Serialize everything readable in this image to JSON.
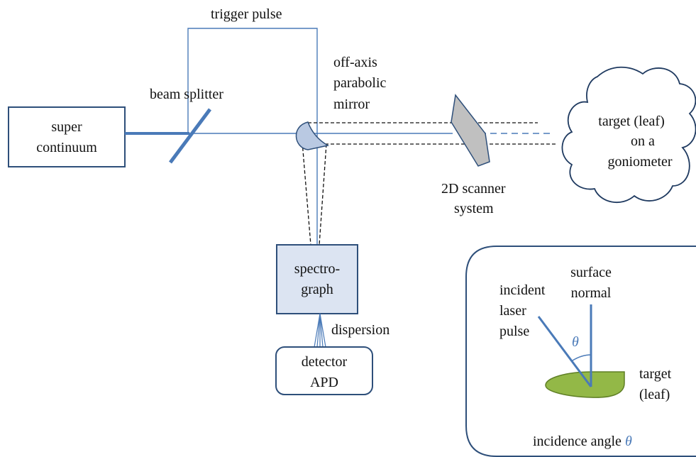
{
  "labels": {
    "trigger_pulse": "trigger pulse",
    "beam_splitter": "beam splitter",
    "super": "super",
    "continuum": "continuum",
    "off_axis": "off-axis",
    "parabolic": "parabolic",
    "mirror": "mirror",
    "scanner_1": "2D scanner",
    "scanner_2": "system",
    "target_1": "target (leaf)",
    "target_2": "on a",
    "target_3": "goniometer",
    "spectro_1": "spectro-",
    "spectro_2": "graph",
    "dispersion": "dispersion",
    "detector_1": "detector",
    "detector_2": "APD"
  },
  "inset": {
    "incident_1": "incident",
    "incident_2": "laser",
    "incident_3": "pulse",
    "surface_1": "surface",
    "normal_2": "normal",
    "theta": "θ",
    "target_1": "target",
    "target_2": "(leaf)",
    "caption": "incidence angle",
    "caption_symbol": "θ"
  },
  "colors": {
    "beam": "#4a7ab8",
    "box_stroke": "#2e4f7a",
    "spectrograph_fill": "#dce4f2",
    "mirror_fill": "#b9c9e2",
    "scanner_fill": "#c0c0c0",
    "leaf_fill": "#93b847"
  }
}
